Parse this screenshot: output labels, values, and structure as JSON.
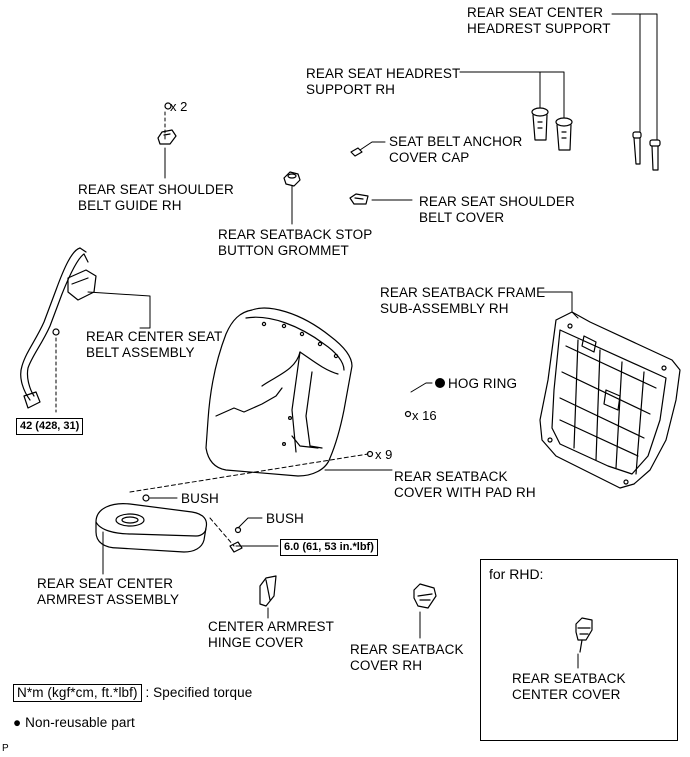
{
  "labels": {
    "center_headrest_support_l1": "REAR SEAT CENTER",
    "center_headrest_support_l2": "HEADREST SUPPORT",
    "headrest_support_rh_l1": "REAR SEAT HEADREST",
    "headrest_support_rh_l2": "SUPPORT RH",
    "anchor_cover_cap_l1": "SEAT BELT ANCHOR",
    "anchor_cover_cap_l2": "COVER CAP",
    "shoulder_belt_guide_l1": "REAR SEAT SHOULDER",
    "shoulder_belt_guide_l2": "BELT GUIDE RH",
    "shoulder_belt_cover_l1": "REAR SEAT SHOULDER",
    "shoulder_belt_cover_l2": "BELT COVER",
    "stop_button_grommet_l1": "REAR SEATBACK STOP",
    "stop_button_grommet_l2": "BUTTON GROMMET",
    "seatback_frame_l1": "REAR SEATBACK FRAME",
    "seatback_frame_l2": "SUB-ASSEMBLY RH",
    "center_seat_belt_l1": "REAR CENTER SEAT",
    "center_seat_belt_l2": "BELT ASSEMBLY",
    "hog_ring": "HOG RING",
    "seatback_cover_pad_l1": "REAR SEATBACK",
    "seatback_cover_pad_l2": "COVER WITH PAD RH",
    "bush_1": "BUSH",
    "bush_2": "BUSH",
    "armrest_assembly_l1": "REAR SEAT CENTER",
    "armrest_assembly_l2": "ARMREST ASSEMBLY",
    "hinge_cover_l1": "CENTER ARMREST",
    "hinge_cover_l2": "HINGE COVER",
    "seatback_cover_rh_l1": "REAR SEATBACK",
    "seatback_cover_rh_l2": "COVER RH",
    "seatback_center_cover_l1": "REAR SEATBACK",
    "seatback_center_cover_l2": "CENTER COVER"
  },
  "quantities": {
    "guide_screws": "x 2",
    "hog_ring": "x 16",
    "cover_clips": "x 9"
  },
  "torques": {
    "belt_bolt": "42 (428, 31)",
    "armrest_bolt": "6.0 (61, 53 in.*lbf)"
  },
  "rhd_box": {
    "title": "for RHD:"
  },
  "legend": {
    "torque_unit": "N*m (kgf*cm, ft.*lbf)",
    "torque_desc": ": Specified torque",
    "bullet": "●",
    "nonreusable_desc": "Non-reusable part"
  },
  "corner_mark": "P"
}
